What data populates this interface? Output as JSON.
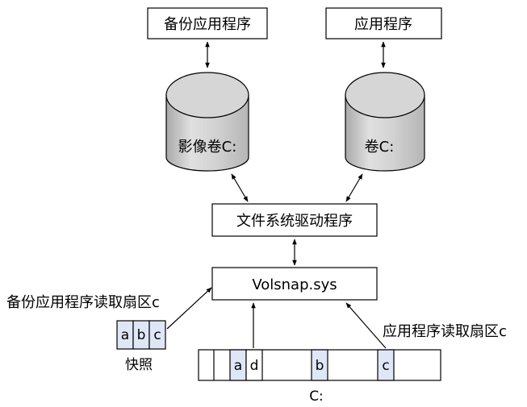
{
  "boxes": {
    "backup_app": "备份应用程序",
    "app": "应用程序",
    "fs_driver": "文件系统驱动程序",
    "volsnap": "Volsnap.sys"
  },
  "disks": {
    "shadow_volume": "影像卷C:",
    "volume": "卷C:"
  },
  "labels": {
    "backup_read": "备份应用程序读取扇区c",
    "app_read": "应用程序读取扇区c",
    "snapshot": "快照",
    "disk_c": "C:"
  },
  "snapshot_cells": [
    "a",
    "b",
    "c"
  ],
  "disk_cells": [
    "a",
    "d",
    "b",
    "c"
  ],
  "colors": {
    "cell_fill": "#dfe6f5",
    "cylinder_fill": "#cfcfcf",
    "stroke": "#000000"
  }
}
